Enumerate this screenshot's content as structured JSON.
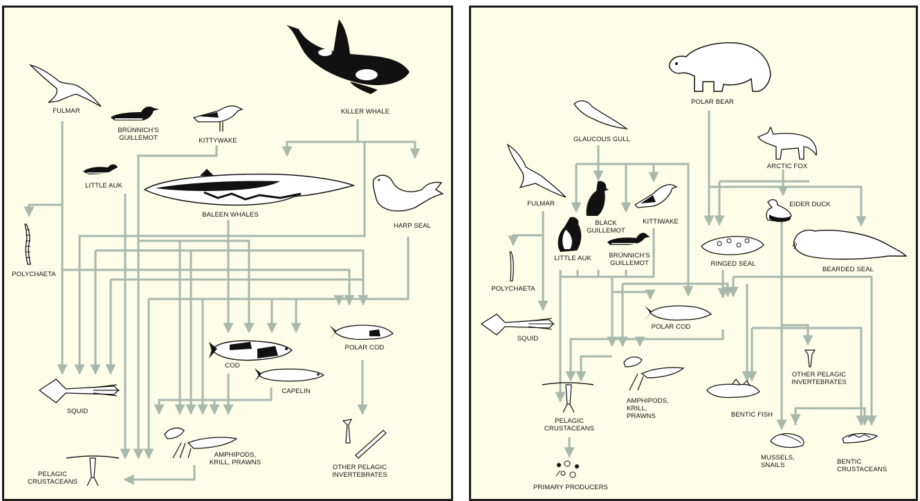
{
  "left_panel": {
    "labels": {
      "fulmar": "FULMAR",
      "brunnichs_guillemot": "BRÜNNICH'S\nGUILLEMOT",
      "kittywake": "KITTYWAKE",
      "killer_whale": "KILLER WHALE",
      "little_auk": "LITTLE AUK",
      "baleen_whales": "BALEEN WHALES",
      "harp_seal": "HARP SEAL",
      "polychaeta": "POLYCHAETA",
      "cod": "COD",
      "capelin": "CAPELIN",
      "polar_cod": "POLAR COD",
      "squid": "SQUID",
      "amphipods": "AMPHIPODS,\nKRILL, PRAWNS",
      "other_pelagic": "OTHER PELAGIC\nINVERTEBRATES",
      "pelagic_crustaceans": "PELAGIC\nCRUSTACEANS"
    }
  },
  "right_panel": {
    "labels": {
      "polar_bear": "POLAR BEAR",
      "glaucous_gull": "GLAUCOUS GULL",
      "arctic_fox": "ARCTIC FOX",
      "fulmar": "FULMAR",
      "black_guillemot": "BLACK\nGUILLEMOT",
      "kittiwake": "KITTIWAKE",
      "eider_duck": "EIDER DUCK",
      "little_auk": "LITTLE AUK",
      "brunnichs_guillemot": "BRÜNNICH'S\nGUILLEMOT",
      "ringed_seal": "RINGED SEAL",
      "bearded_seal": "BEARDED SEAL",
      "polychaeta": "POLYCHAETA",
      "squid": "SQUID",
      "polar_cod": "POLAR COD",
      "other_pelagic": "OTHER PELAGIC\nINVERTEBRATES",
      "bentic_fish": "BENTIC FISH",
      "pelagic_crustaceans": "PELAGIC\nCRUSTACEANS",
      "amphipods": "AMPHIPODS,\nKRILL,\nPRAWNS",
      "mussels": "MUSSELS,\nSNAILS",
      "bentic_crustaceans": "BENTIC\nCRUSTACEANS",
      "primary_producers": "PRIMARY PRODUCERS"
    }
  },
  "colors": {
    "arrow": "#a7b8ad",
    "panel_bg": "#fefde7",
    "border": "#1a1a1a",
    "ink": "#111111"
  }
}
